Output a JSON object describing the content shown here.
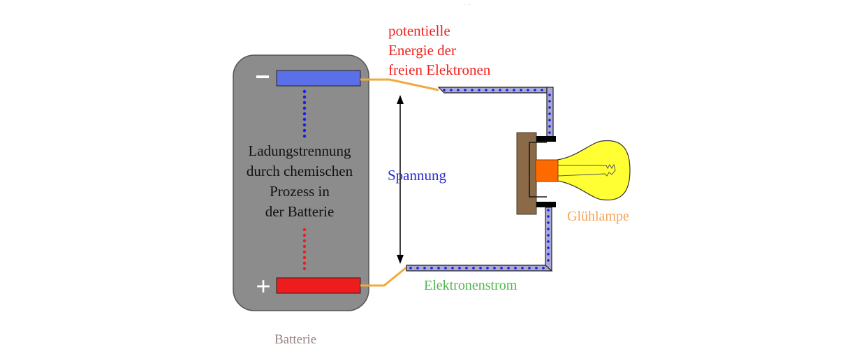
{
  "labels": {
    "energy_line1": "potentielle",
    "energy_line2": "Energie der",
    "energy_line3": "freien Elektronen",
    "separation_line1": "Ladungstrennung",
    "separation_line2": "durch chemischen",
    "separation_line3": "Prozess in",
    "separation_line4": "der Batterie",
    "voltage": "Spannung",
    "lamp": "Glühlampe",
    "electron_flow": "Elektronenstrom",
    "battery": "Batterie"
  },
  "symbols": {
    "minus": "−",
    "plus": "+"
  },
  "colors": {
    "battery_body": "#8c8c8c",
    "negative_plate": "#5b6fe8",
    "positive_plate": "#ee1c1c",
    "wire_fill": "#a9a9d4",
    "electron_dots": "#1a1ae6",
    "lead_wire": "#f2a93b",
    "socket": "#8b6a48",
    "bulb_glass": "#ffff33",
    "bulb_base": "#ff6a00",
    "contacts": "#000000"
  }
}
